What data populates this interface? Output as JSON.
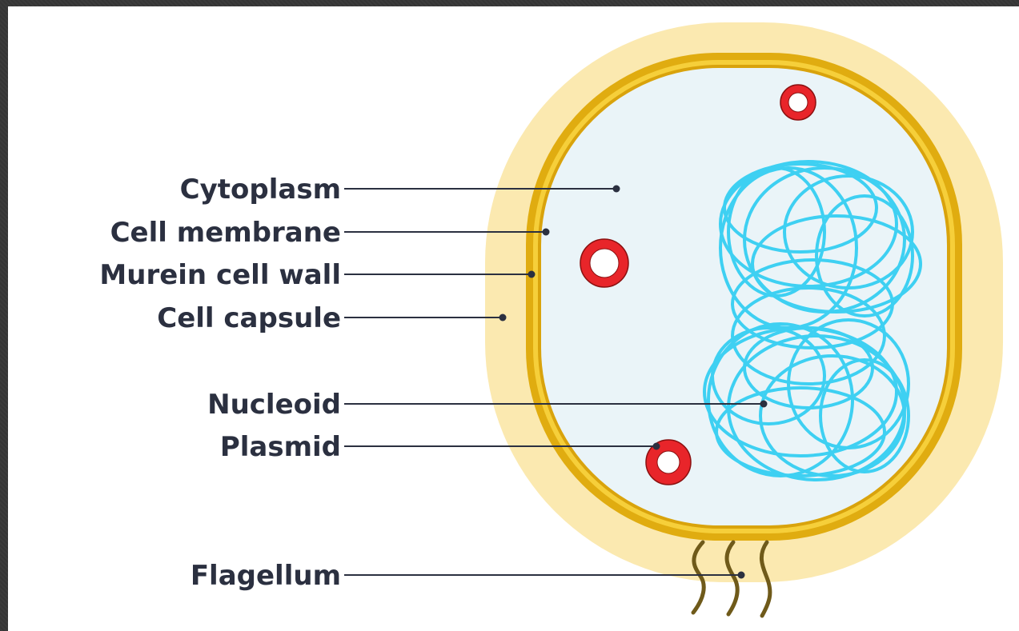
{
  "diagram": {
    "labels": {
      "cytoplasm": "Cytoplasm",
      "cell_membrane": "Cell membrane",
      "murein_cell_wall": "Murein cell wall",
      "cell_capsule": "Cell capsule",
      "nucleoid": "Nucleoid",
      "plasmid": "Plasmid",
      "flagellum": "Flagellum"
    },
    "colors": {
      "capsule": "#fbe9b0",
      "wall": "#e0ac10",
      "membrane": "#f6cf3a",
      "cytoplasm": "#eaf4f8",
      "nucleoid": "#3ed0f2",
      "plasmid": "#e8252a",
      "flagellum": "#6f5a1a",
      "text": "#2b3040"
    }
  }
}
